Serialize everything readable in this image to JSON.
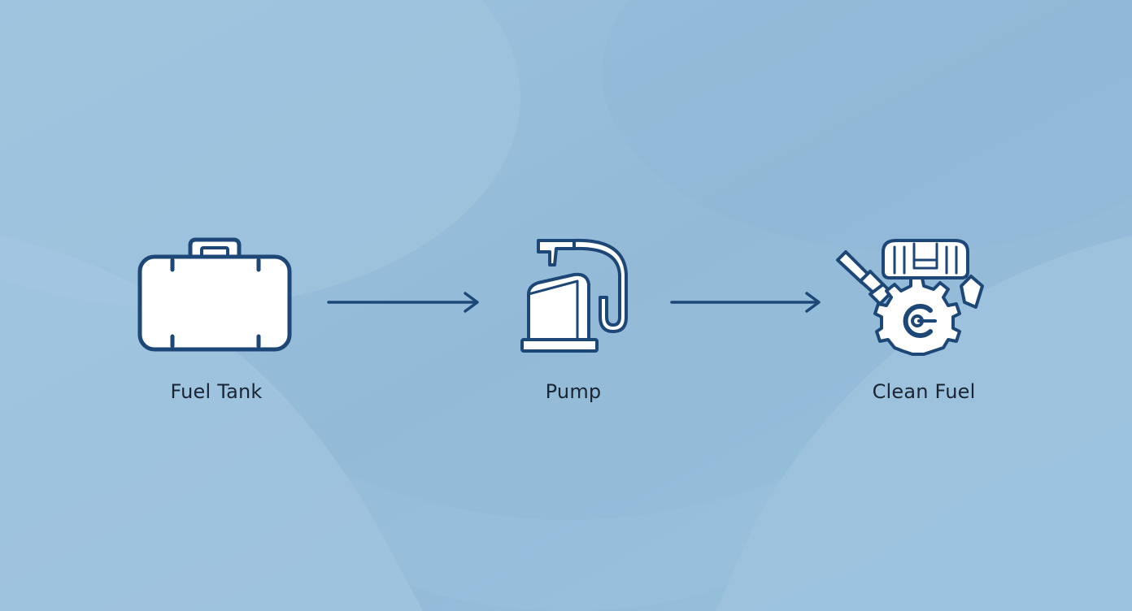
{
  "colors": {
    "background": "#94bcd9",
    "icon_stroke": "#1d4777",
    "icon_fill": "#ffffff",
    "arrow": "#1d4777",
    "label_text": "#1b2433"
  },
  "diagram": {
    "nodes": [
      {
        "id": "fuel-tank",
        "icon": "fuel-tank-icon",
        "label": "Fuel Tank"
      },
      {
        "id": "pump",
        "icon": "fuel-pump-icon",
        "label": "Pump"
      },
      {
        "id": "clean-fuel",
        "icon": "engine-icon",
        "label": "Clean Fuel"
      }
    ],
    "edges": [
      {
        "from": "fuel-tank",
        "to": "pump"
      },
      {
        "from": "pump",
        "to": "clean-fuel"
      }
    ]
  }
}
